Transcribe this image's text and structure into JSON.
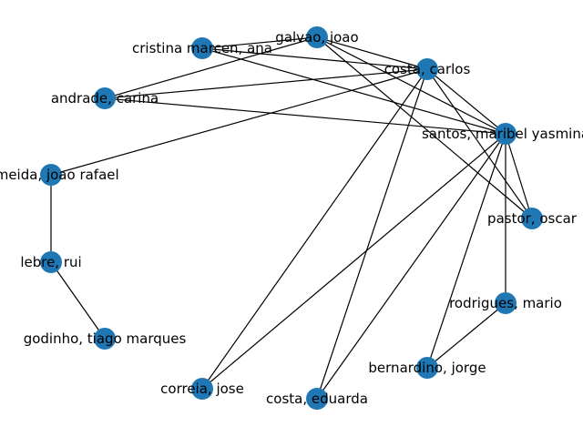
{
  "graph": {
    "node_color": "#1f77b4",
    "edge_color": "#000000",
    "nodes": [
      {
        "id": "galvao",
        "label": "galvao, joao"
      },
      {
        "id": "cristina",
        "label": "cristina marcen, ana"
      },
      {
        "id": "costa_carlos",
        "label": "costa, carlos"
      },
      {
        "id": "andrade",
        "label": "andrade, carina"
      },
      {
        "id": "santos",
        "label": "santos, maribel yasmina"
      },
      {
        "id": "almeida",
        "label": "almeida, joao rafael"
      },
      {
        "id": "pastor",
        "label": "pastor, oscar"
      },
      {
        "id": "lebre",
        "label": "lebre, rui"
      },
      {
        "id": "rodrigues",
        "label": "rodrigues, mario"
      },
      {
        "id": "godinho",
        "label": "godinho, tiago marques"
      },
      {
        "id": "bernardino",
        "label": "bernardino, jorge"
      },
      {
        "id": "correia",
        "label": "correia, jose"
      },
      {
        "id": "costa_eduarda",
        "label": "costa, eduarda"
      }
    ],
    "edges": [
      [
        "galvao",
        "cristina"
      ],
      [
        "galvao",
        "andrade"
      ],
      [
        "galvao",
        "costa_carlos"
      ],
      [
        "galvao",
        "santos"
      ],
      [
        "galvao",
        "pastor"
      ],
      [
        "cristina",
        "costa_carlos"
      ],
      [
        "cristina",
        "santos"
      ],
      [
        "andrade",
        "costa_carlos"
      ],
      [
        "andrade",
        "santos"
      ],
      [
        "costa_carlos",
        "santos"
      ],
      [
        "costa_carlos",
        "pastor"
      ],
      [
        "costa_carlos",
        "almeida"
      ],
      [
        "costa_carlos",
        "correia"
      ],
      [
        "costa_carlos",
        "costa_eduarda"
      ],
      [
        "santos",
        "pastor"
      ],
      [
        "santos",
        "rodrigues"
      ],
      [
        "santos",
        "bernardino"
      ],
      [
        "santos",
        "correia"
      ],
      [
        "santos",
        "costa_eduarda"
      ],
      [
        "almeida",
        "lebre"
      ],
      [
        "lebre",
        "godinho"
      ],
      [
        "rodrigues",
        "bernardino"
      ]
    ]
  }
}
